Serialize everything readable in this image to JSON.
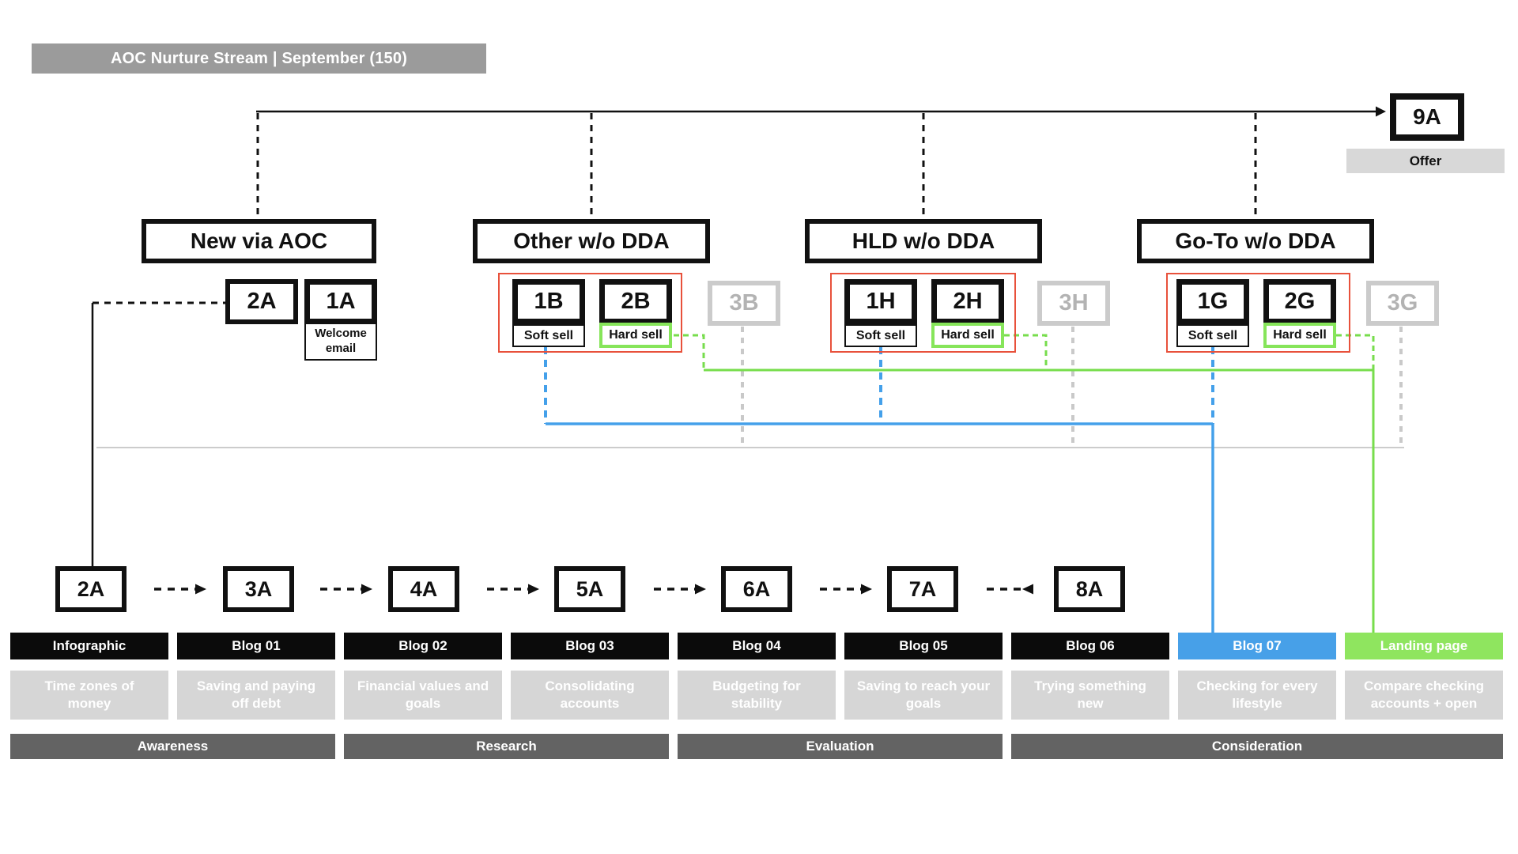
{
  "title": "AOC Nurture Stream | September (150)",
  "offer": {
    "code": "9A",
    "label": "Offer"
  },
  "groups": {
    "aoc": {
      "name": "New via AOC",
      "box1": "2A",
      "box2": "1A",
      "box2_note": "Welcome email"
    },
    "other": {
      "name": "Other w/o DDA",
      "soft": "1B",
      "soft_label": "Soft sell",
      "hard": "2B",
      "hard_label": "Hard sell",
      "skip": "3B"
    },
    "hld": {
      "name": "HLD w/o DDA",
      "soft": "1H",
      "soft_label": "Soft sell",
      "hard": "2H",
      "hard_label": "Hard sell",
      "skip": "3H"
    },
    "goto": {
      "name": "Go-To w/o DDA",
      "soft": "1G",
      "soft_label": "Soft sell",
      "hard": "2G",
      "hard_label": "Hard sell",
      "skip": "3G"
    }
  },
  "sequence": [
    "2A",
    "3A",
    "4A",
    "5A",
    "6A",
    "7A",
    "8A"
  ],
  "columns": [
    {
      "label": "Infographic",
      "desc": "Time zones of money",
      "type": "black"
    },
    {
      "label": "Blog 01",
      "desc": "Saving and paying off debt",
      "type": "black"
    },
    {
      "label": "Blog 02",
      "desc": "Financial values and goals",
      "type": "black"
    },
    {
      "label": "Blog 03",
      "desc": "Consolidating accounts",
      "type": "black"
    },
    {
      "label": "Blog 04",
      "desc": "Budgeting for stability",
      "type": "black"
    },
    {
      "label": "Blog 05",
      "desc": "Saving to reach your goals",
      "type": "black"
    },
    {
      "label": "Blog 06",
      "desc": "Trying something new",
      "type": "black"
    },
    {
      "label": "Blog 07",
      "desc": "Checking for every lifestyle",
      "type": "blue"
    },
    {
      "label": "Landing page",
      "desc": "Compare checking accounts + open",
      "type": "green"
    }
  ],
  "stages": [
    {
      "label": "Awareness"
    },
    {
      "label": "Research"
    },
    {
      "label": "Evaluation"
    },
    {
      "label": "Consideration"
    }
  ],
  "colors": {
    "blue": "#44A0EA",
    "green": "#77DD4C",
    "green_border": "#86E55A",
    "red": "#E8513B",
    "black_line": "#111111",
    "gray_line": "#CCCCCC",
    "gray_dash": "#C9C9C9",
    "bar_black": "#0B0B0B",
    "bar_blue": "#47A0E8",
    "bar_green": "#8FE55F",
    "stage_gray": "#636363",
    "desc_gray": "#D6D6D6",
    "title_gray": "#9B9B9B",
    "offer_gray": "#D8D8D8"
  }
}
